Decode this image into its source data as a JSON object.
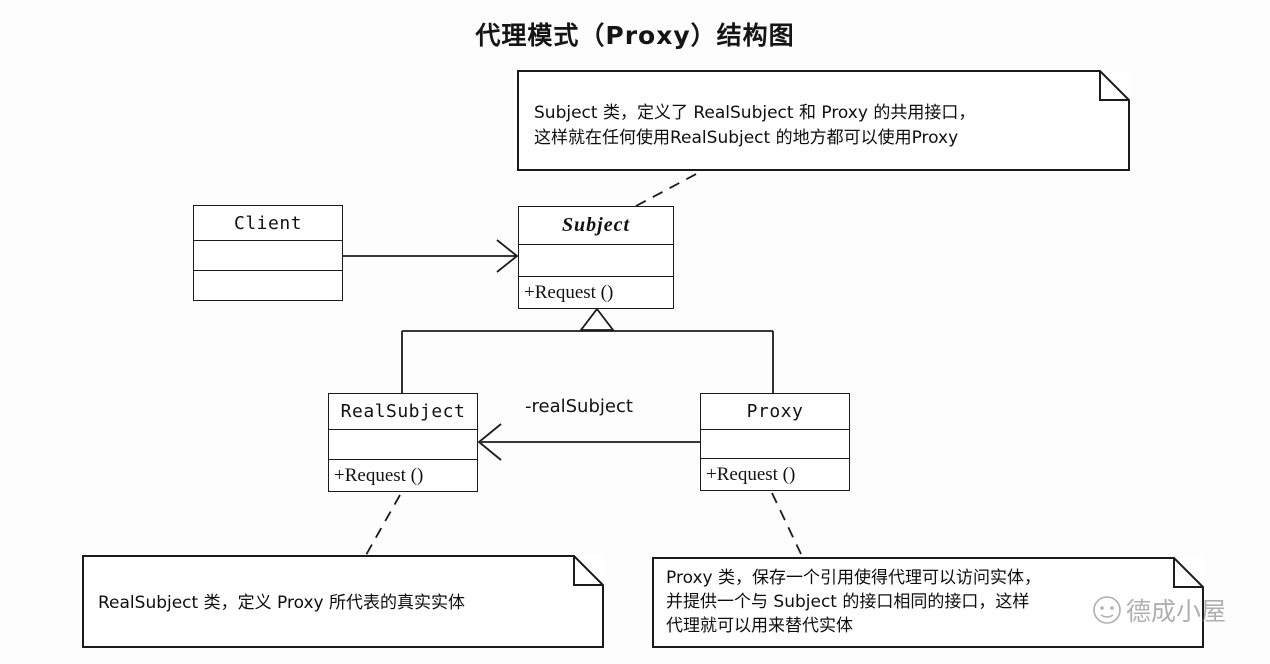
{
  "diagram": {
    "title": "代理模式（Proxy）结构图",
    "type": "uml-class-diagram",
    "background_color": "#fdfdfd",
    "line_color": "#1b1b1b"
  },
  "classes": [
    {
      "id": "client",
      "name": "Client",
      "abstract": false,
      "attributes": [],
      "operations": []
    },
    {
      "id": "subject",
      "name": "Subject",
      "abstract": true,
      "attributes": [],
      "operations": [
        "+Request ()"
      ]
    },
    {
      "id": "realsubject",
      "name": "RealSubject",
      "abstract": false,
      "attributes": [],
      "operations": [
        "+Request ()"
      ]
    },
    {
      "id": "proxy",
      "name": "Proxy",
      "abstract": false,
      "attributes": [],
      "operations": [
        "+Request ()"
      ]
    }
  ],
  "relations": [
    {
      "id": "client-subject",
      "kind": "association",
      "from": "Client",
      "to": "Subject",
      "label": ""
    },
    {
      "id": "realsubject-subject",
      "kind": "generalization",
      "from": "RealSubject",
      "to": "Subject",
      "label": ""
    },
    {
      "id": "proxy-subject",
      "kind": "generalization",
      "from": "Proxy",
      "to": "Subject",
      "label": ""
    },
    {
      "id": "proxy-realsubject",
      "kind": "association",
      "from": "Proxy",
      "to": "RealSubject",
      "label": "-realSubject"
    }
  ],
  "notes": [
    {
      "id": "note-subject",
      "attached_to": "Subject",
      "lines": [
        "Subject 类，定义了 RealSubject 和 Proxy 的共用接口，",
        "这样就在任何使用RealSubject 的地方都可以使用Proxy"
      ]
    },
    {
      "id": "note-realsubject",
      "attached_to": "RealSubject",
      "lines": [
        "RealSubject 类，定义 Proxy 所代表的真实实体"
      ]
    },
    {
      "id": "note-proxy",
      "attached_to": "Proxy",
      "lines": [
        "Proxy 类，保存一个引用使得代理可以访问实体，",
        "并提供一个与 Subject 的接口相同的接口，这样",
        "代理就可以用来替代实体"
      ]
    }
  ],
  "watermark": {
    "text": "德成小屋",
    "icon": "avatar-icon"
  }
}
